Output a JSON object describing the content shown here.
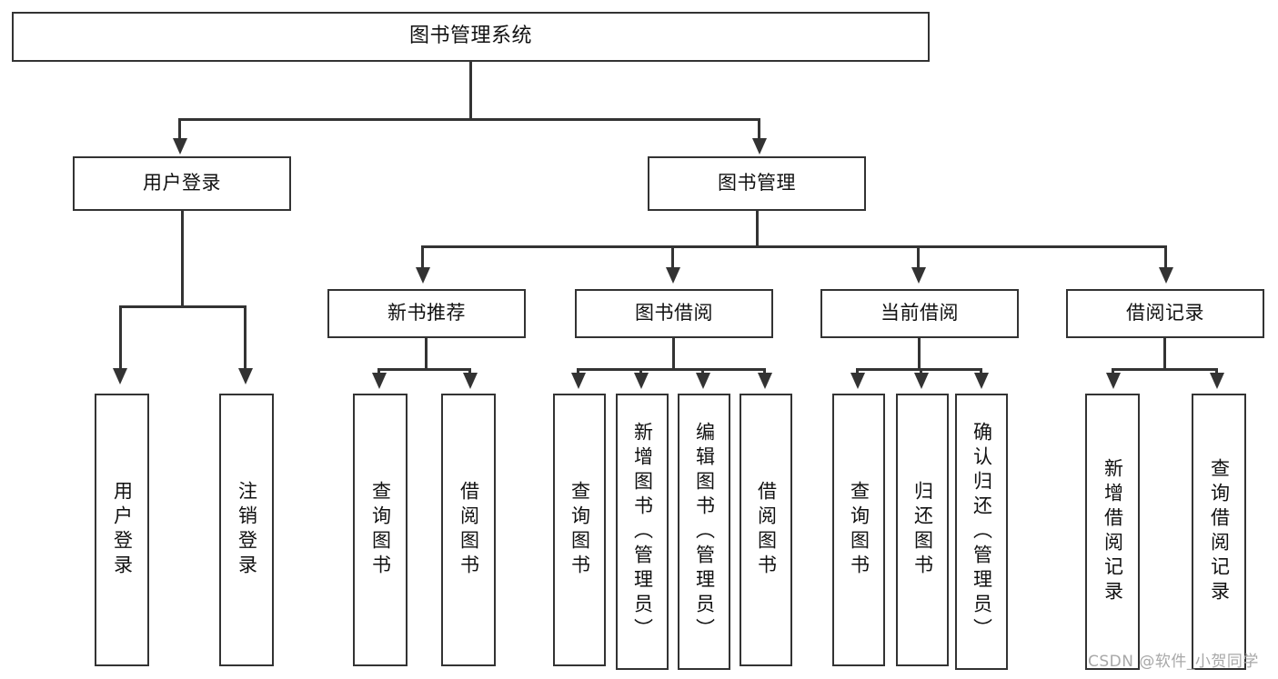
{
  "diagram": {
    "type": "tree-hierarchy-chart",
    "title": "图书管理系统",
    "orientation": "top-down",
    "box_fill": "#FFFFFF",
    "box_stroke": "#333333",
    "text_color": "#111111",
    "levels": {
      "level0": [
        {
          "id": "root",
          "label": "图书管理系统",
          "text_orientation": "horizontal"
        }
      ],
      "level1": [
        {
          "id": "user-login",
          "label": "用户登录",
          "text_orientation": "horizontal"
        },
        {
          "id": "book-admin",
          "label": "图书管理",
          "text_orientation": "horizontal"
        }
      ],
      "level2": [
        {
          "id": "new-book-rec",
          "label": "新书推荐",
          "text_orientation": "horizontal",
          "parent": "book-admin"
        },
        {
          "id": "book-borrow",
          "label": "图书借阅",
          "text_orientation": "horizontal",
          "parent": "book-admin"
        },
        {
          "id": "current-borrow",
          "label": "当前借阅",
          "text_orientation": "horizontal",
          "parent": "book-admin"
        },
        {
          "id": "borrow-record",
          "label": "借阅记录",
          "text_orientation": "horizontal",
          "parent": "book-admin"
        }
      ],
      "level3": [
        {
          "id": "leaf-user-login",
          "label": "用户登录",
          "text_orientation": "vertical",
          "parent": "user-login"
        },
        {
          "id": "leaf-logout",
          "label": "注销登录",
          "text_orientation": "vertical",
          "parent": "user-login"
        },
        {
          "id": "leaf-query-book-rec",
          "label": "查询图书",
          "text_orientation": "vertical",
          "parent": "new-book-rec"
        },
        {
          "id": "leaf-borrow-book-rec",
          "label": "借阅图书",
          "text_orientation": "vertical",
          "parent": "new-book-rec"
        },
        {
          "id": "leaf-query-book-borrow",
          "label": "查询图书",
          "text_orientation": "vertical",
          "parent": "book-borrow"
        },
        {
          "id": "leaf-add-book",
          "label": "新增图书（管理员）",
          "text_orientation": "vertical",
          "parent": "book-borrow"
        },
        {
          "id": "leaf-edit-book",
          "label": "编辑图书（管理员）",
          "text_orientation": "vertical",
          "parent": "book-borrow"
        },
        {
          "id": "leaf-borrow-book",
          "label": "借阅图书",
          "text_orientation": "vertical",
          "parent": "book-borrow"
        },
        {
          "id": "leaf-query-book-cur",
          "label": "查询图书",
          "text_orientation": "vertical",
          "parent": "current-borrow"
        },
        {
          "id": "leaf-return-book",
          "label": "归还图书",
          "text_orientation": "vertical",
          "parent": "current-borrow"
        },
        {
          "id": "leaf-confirm-return",
          "label": "确认归还（管理员）",
          "text_orientation": "vertical",
          "parent": "current-borrow"
        },
        {
          "id": "leaf-add-record",
          "label": "新增借阅记录",
          "text_orientation": "vertical",
          "parent": "borrow-record"
        },
        {
          "id": "leaf-query-record",
          "label": "查询借阅记录",
          "text_orientation": "vertical",
          "parent": "borrow-record"
        }
      ]
    }
  },
  "watermark": {
    "text": "CSDN @软件_小贺同学",
    "color": "#A8A8A8"
  }
}
